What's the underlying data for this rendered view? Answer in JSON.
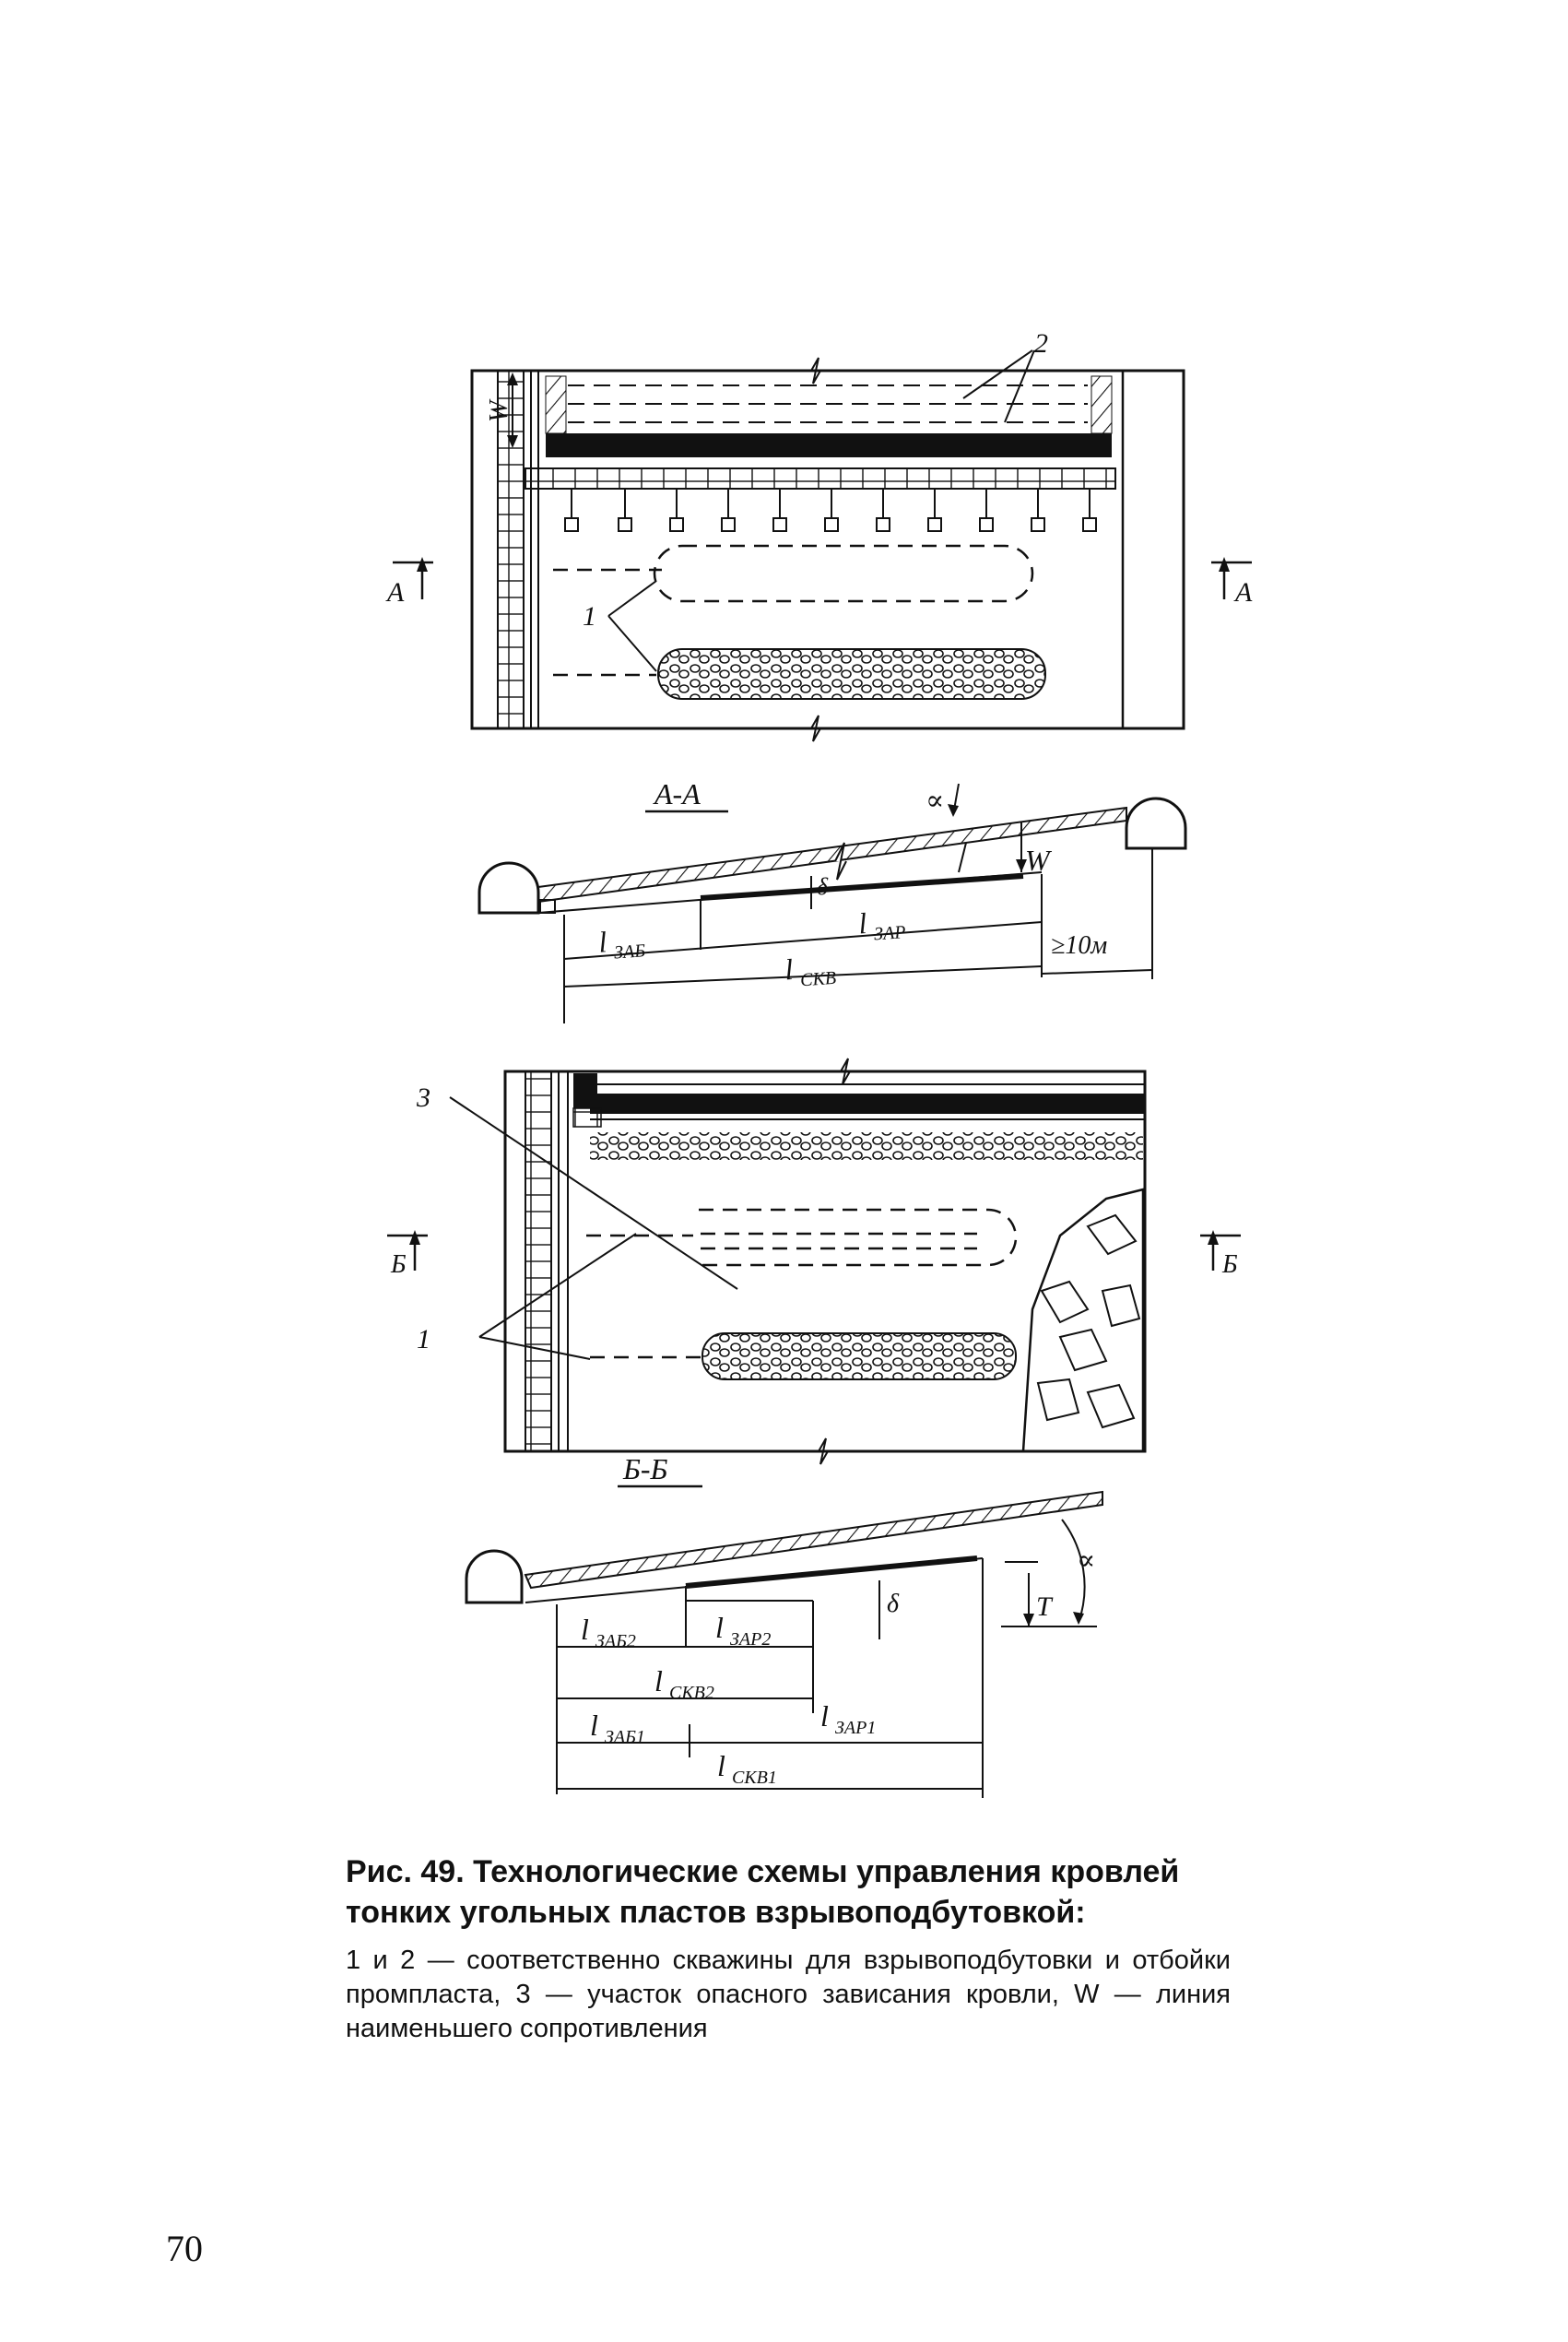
{
  "diagram": {
    "plan1": {
      "label_2": "2",
      "label_W": "W",
      "label_1": "1",
      "section_left": "A",
      "section_right": "A"
    },
    "section1": {
      "title": "А-А",
      "alpha": "∝",
      "W": "W",
      "delta": "δ",
      "l_zab": "l",
      "l_zab_sub": "ЗАБ",
      "l_zar": "l",
      "l_zar_sub": "ЗАР",
      "l_skv": "l",
      "l_skv_sub": "СКВ",
      "dist": "≥10м"
    },
    "plan2": {
      "label_3": "3",
      "label_1": "1",
      "section_left": "Б",
      "section_right": "Б"
    },
    "section2": {
      "title": "Б-Б",
      "alpha": "∝",
      "T": "T",
      "delta": "δ",
      "l_zab2": "l",
      "l_zab2_sub": "ЗАБ2",
      "l_zar2": "l",
      "l_zar2_sub": "ЗАР2",
      "l_skv2": "l",
      "l_skv2_sub": "СКВ2",
      "l_zab1": "l",
      "l_zab1_sub": "ЗАБ1",
      "l_zar1": "l",
      "l_zar1_sub": "ЗАР1",
      "l_skv1": "l",
      "l_skv1_sub": "СКВ1"
    }
  },
  "caption": {
    "title": "Рис. 49. Технологические схемы управления кровлей тонких угольных пластов взрывоподбутовкой:",
    "description": "1 и 2 — соответственно скважины для взрывоподбутовки и отбойки промпласта, 3 — участок опасного зависания кровли, W — линия наименьшего сопротивления"
  },
  "page_number": "70"
}
